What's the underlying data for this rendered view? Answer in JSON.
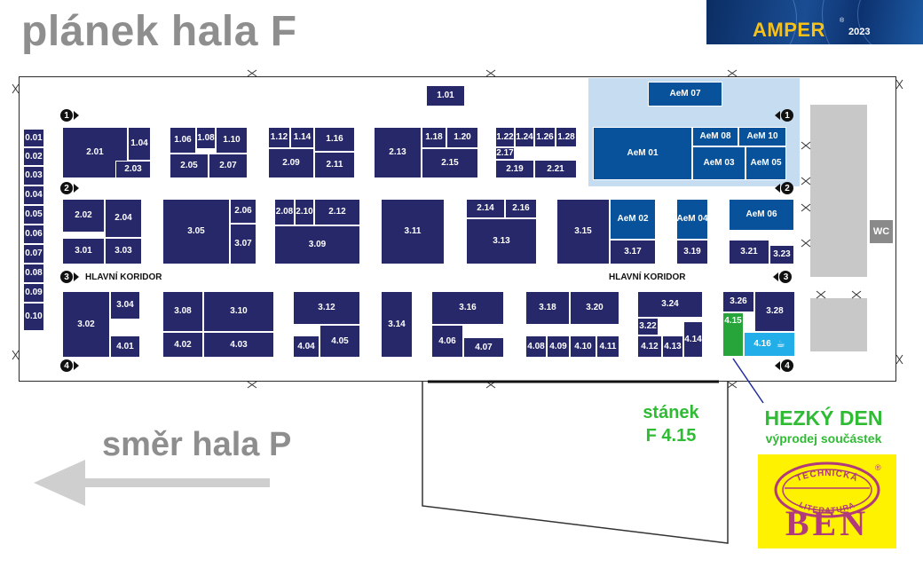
{
  "title": "plánek hala F",
  "logo": {
    "brand": "AMPER",
    "year": "2023",
    "mark": "®"
  },
  "wc_label": "WC",
  "corridor_label": "HLAVNÍ KORIDOR",
  "markers": [
    "1",
    "2",
    "3",
    "4"
  ],
  "booths": [
    {
      "id": "0.01",
      "kind": "std"
    },
    {
      "id": "0.02",
      "kind": "std"
    },
    {
      "id": "0.03",
      "kind": "std"
    },
    {
      "id": "0.04",
      "kind": "std"
    },
    {
      "id": "0.05",
      "kind": "std"
    },
    {
      "id": "0.06",
      "kind": "std"
    },
    {
      "id": "0.07",
      "kind": "std"
    },
    {
      "id": "0.08",
      "kind": "std"
    },
    {
      "id": "0.09",
      "kind": "std"
    },
    {
      "id": "0.10",
      "kind": "std"
    },
    {
      "id": "1.01",
      "kind": "std"
    },
    {
      "id": "2.01",
      "kind": "std"
    },
    {
      "id": "1.04",
      "kind": "std"
    },
    {
      "id": "2.03",
      "kind": "std"
    },
    {
      "id": "1.06",
      "kind": "std"
    },
    {
      "id": "1.08",
      "kind": "std"
    },
    {
      "id": "1.10",
      "kind": "std"
    },
    {
      "id": "2.05",
      "kind": "std"
    },
    {
      "id": "2.07",
      "kind": "std"
    },
    {
      "id": "1.12",
      "kind": "std"
    },
    {
      "id": "1.14",
      "kind": "std"
    },
    {
      "id": "1.16",
      "kind": "std"
    },
    {
      "id": "2.09",
      "kind": "std"
    },
    {
      "id": "2.11",
      "kind": "std"
    },
    {
      "id": "2.13",
      "kind": "std"
    },
    {
      "id": "1.18",
      "kind": "std"
    },
    {
      "id": "1.20",
      "kind": "std"
    },
    {
      "id": "2.15",
      "kind": "std"
    },
    {
      "id": "1.22",
      "kind": "std"
    },
    {
      "id": "1.24",
      "kind": "std"
    },
    {
      "id": "1.26",
      "kind": "std"
    },
    {
      "id": "1.28",
      "kind": "std"
    },
    {
      "id": "2.17",
      "kind": "std"
    },
    {
      "id": "2.19",
      "kind": "std"
    },
    {
      "id": "2.21",
      "kind": "std"
    },
    {
      "id": "AeM 07",
      "kind": "aem"
    },
    {
      "id": "AeM 01",
      "kind": "aem"
    },
    {
      "id": "AeM 08",
      "kind": "aem"
    },
    {
      "id": "AeM 10",
      "kind": "aem"
    },
    {
      "id": "AeM 03",
      "kind": "aem"
    },
    {
      "id": "AeM 05",
      "kind": "aem"
    },
    {
      "id": "2.02",
      "kind": "std"
    },
    {
      "id": "2.04",
      "kind": "std"
    },
    {
      "id": "3.01",
      "kind": "std"
    },
    {
      "id": "3.03",
      "kind": "std"
    },
    {
      "id": "3.05",
      "kind": "std"
    },
    {
      "id": "2.06",
      "kind": "std"
    },
    {
      "id": "3.07",
      "kind": "std"
    },
    {
      "id": "2.08",
      "kind": "std"
    },
    {
      "id": "2.10",
      "kind": "std"
    },
    {
      "id": "2.12",
      "kind": "std"
    },
    {
      "id": "3.09",
      "kind": "std"
    },
    {
      "id": "3.11",
      "kind": "std"
    },
    {
      "id": "2.14",
      "kind": "std"
    },
    {
      "id": "2.16",
      "kind": "std"
    },
    {
      "id": "3.13",
      "kind": "std"
    },
    {
      "id": "3.15",
      "kind": "std"
    },
    {
      "id": "AeM 02",
      "kind": "aem"
    },
    {
      "id": "3.17",
      "kind": "std"
    },
    {
      "id": "AeM 04",
      "kind": "aem"
    },
    {
      "id": "3.19",
      "kind": "std"
    },
    {
      "id": "AeM 06",
      "kind": "aem"
    },
    {
      "id": "3.21",
      "kind": "std"
    },
    {
      "id": "3.23",
      "kind": "std"
    },
    {
      "id": "3.02",
      "kind": "std"
    },
    {
      "id": "3.04",
      "kind": "std"
    },
    {
      "id": "4.01",
      "kind": "std"
    },
    {
      "id": "3.08",
      "kind": "std"
    },
    {
      "id": "3.10",
      "kind": "std"
    },
    {
      "id": "4.02",
      "kind": "std"
    },
    {
      "id": "4.03",
      "kind": "std"
    },
    {
      "id": "3.12",
      "kind": "std"
    },
    {
      "id": "4.04",
      "kind": "std"
    },
    {
      "id": "4.05",
      "kind": "std"
    },
    {
      "id": "3.14",
      "kind": "std"
    },
    {
      "id": "3.16",
      "kind": "std"
    },
    {
      "id": "4.06",
      "kind": "std"
    },
    {
      "id": "4.07",
      "kind": "std"
    },
    {
      "id": "3.18",
      "kind": "std"
    },
    {
      "id": "3.20",
      "kind": "std"
    },
    {
      "id": "4.08",
      "kind": "std"
    },
    {
      "id": "4.09",
      "kind": "std"
    },
    {
      "id": "4.10",
      "kind": "std"
    },
    {
      "id": "4.11",
      "kind": "std"
    },
    {
      "id": "3.24",
      "kind": "std"
    },
    {
      "id": "3.22",
      "kind": "std"
    },
    {
      "id": "4.12",
      "kind": "std"
    },
    {
      "id": "4.13",
      "kind": "std"
    },
    {
      "id": "4.14",
      "kind": "std"
    },
    {
      "id": "3.26",
      "kind": "std"
    },
    {
      "id": "3.28",
      "kind": "std"
    },
    {
      "id": "4.15",
      "kind": "highlight"
    },
    {
      "id": "4.16",
      "kind": "cafe"
    }
  ],
  "stand_label": [
    "stánek",
    "F 4.15"
  ],
  "exhibitor": {
    "name": "HEZKÝ DEN",
    "tagline": "výprodej součástek"
  },
  "direction_label": "směr hala P",
  "ben_logo": {
    "arc_top": "TECHNICKÁ",
    "arc_mid": "LITERATURA",
    "word": "BEN",
    "mark": "®"
  },
  "colors": {
    "booth": "#27286a",
    "aem": "#07529a",
    "aem_zone": "#c6dcf1",
    "highlight": "#27a53a",
    "cafe": "#22aee8",
    "accent_text": "#2fbb34",
    "title": "#8e8e8e"
  },
  "icons": [
    "coffee-cup-icon",
    "arrow-left-icon",
    "marker-arrow-icon"
  ]
}
